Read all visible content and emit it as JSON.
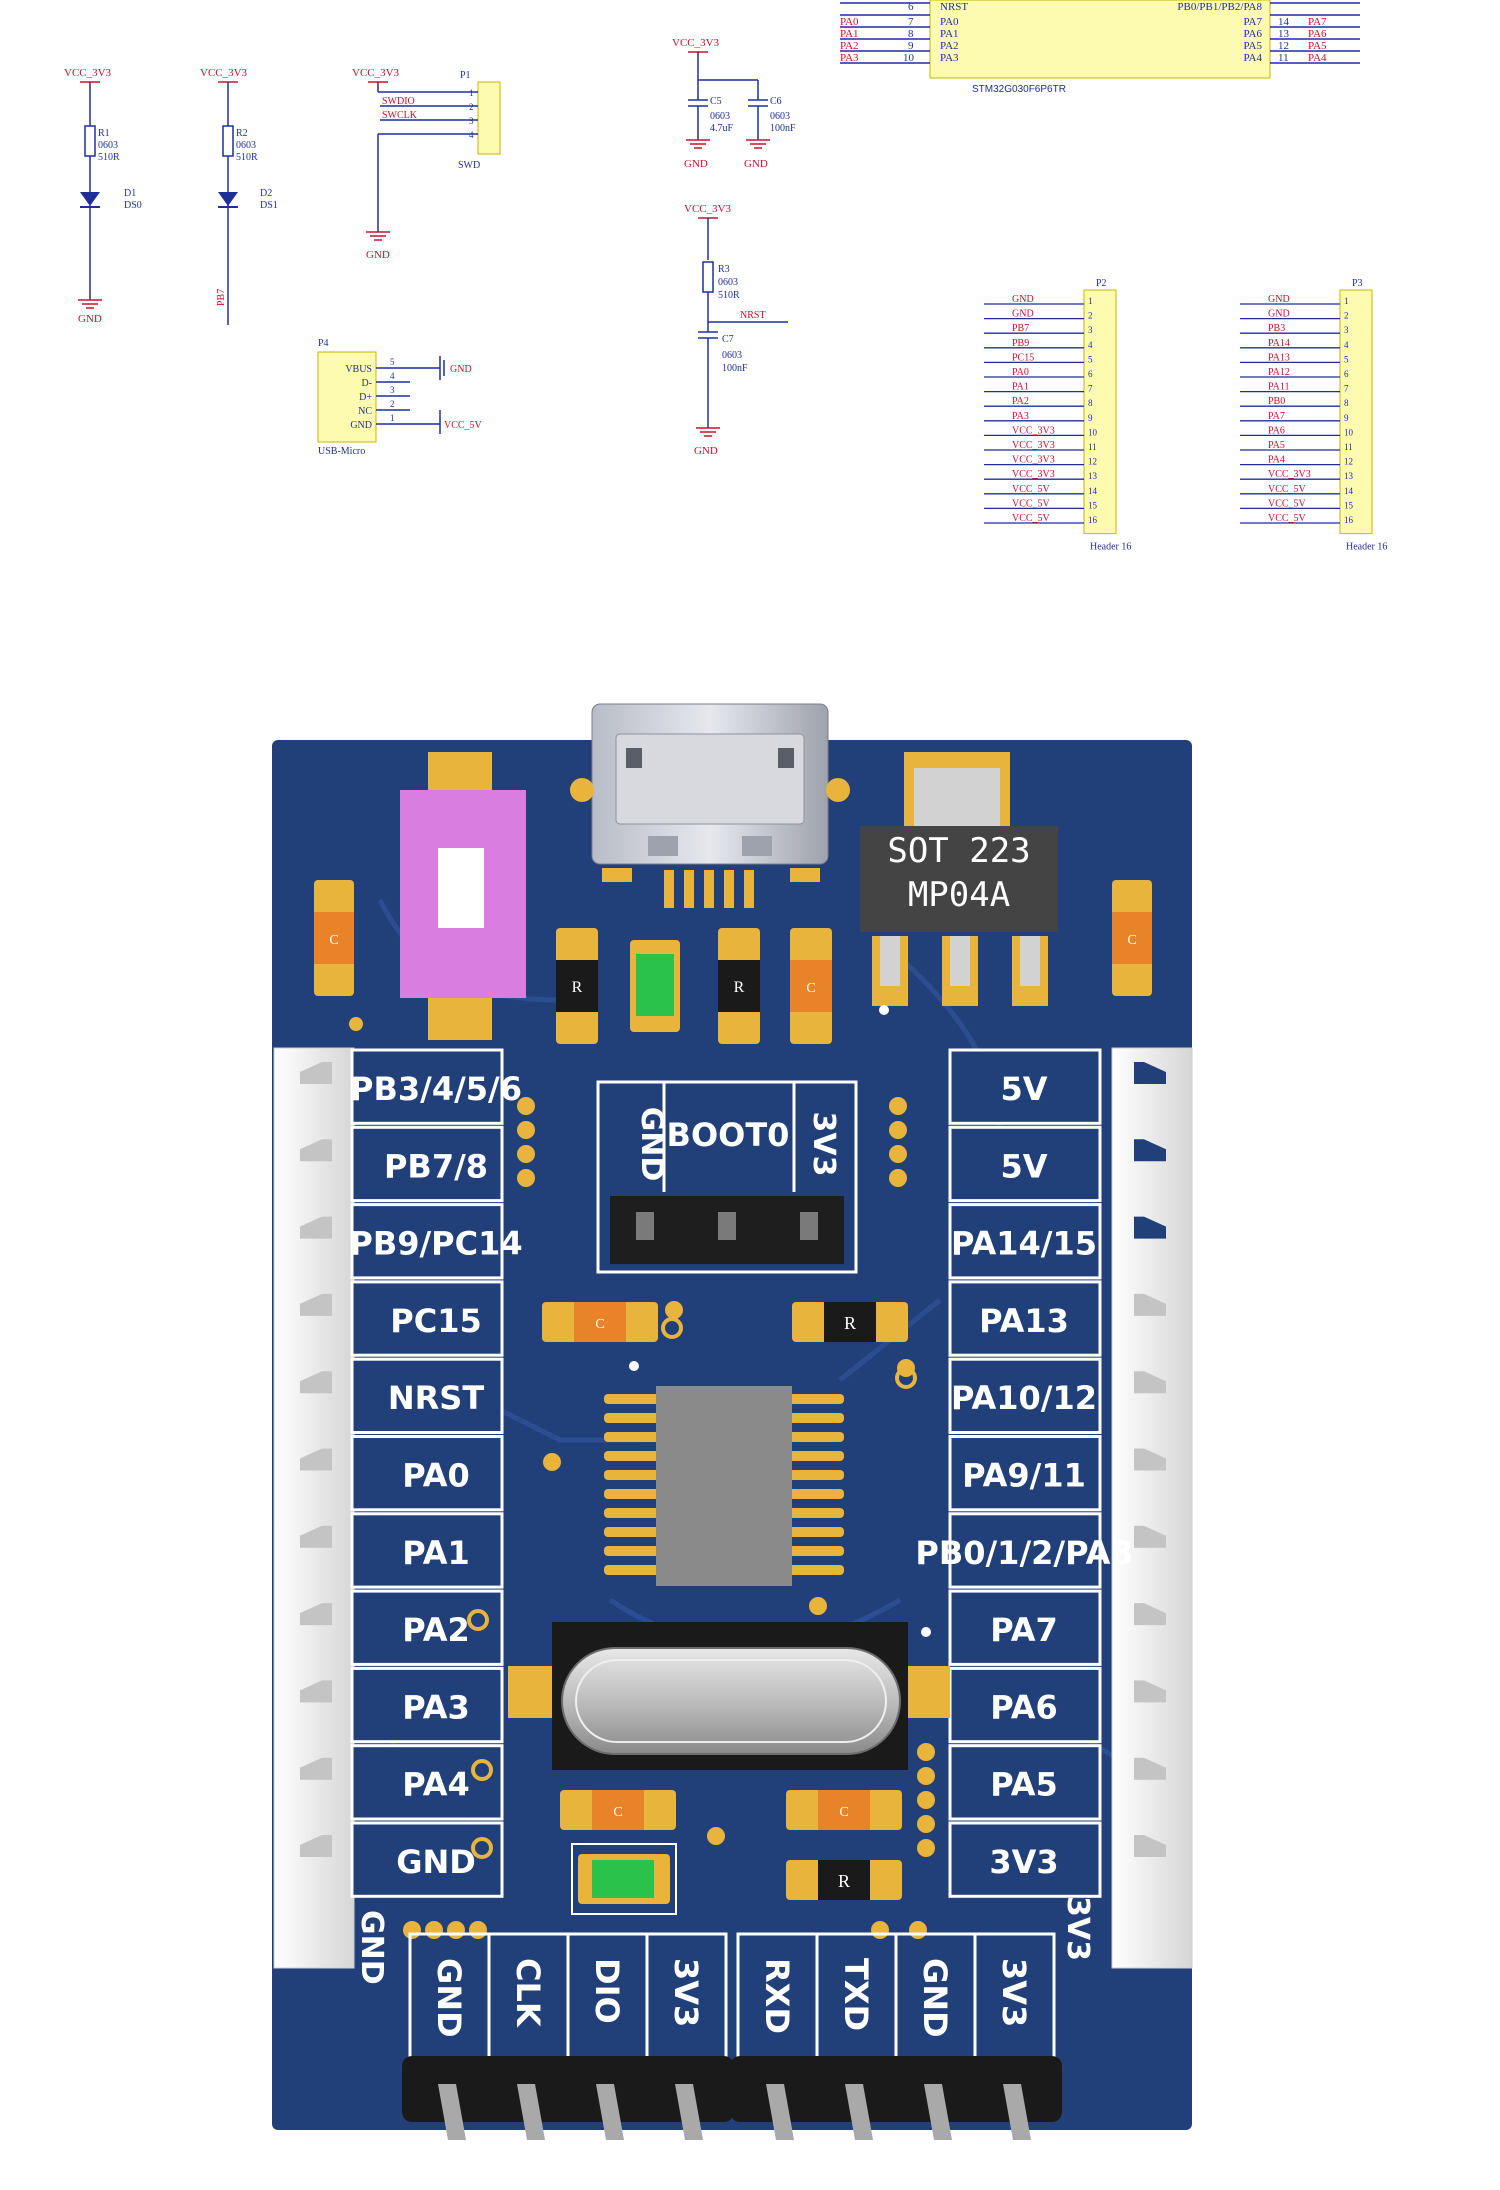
{
  "schematic": {
    "top_left_pins": {
      "nrst": "NRST",
      "pa0": "PA0",
      "pa1": "PA1",
      "pa2": "PA2",
      "pa3": "PA3"
    },
    "top_left_nums": [
      "6",
      "7",
      "8",
      "9",
      "10"
    ],
    "top_right_pins": [
      "PB0/PB1/PB2/PA8",
      "PA7",
      "PA6",
      "PA5",
      "PA4"
    ],
    "top_right_nums": [
      "14",
      "13",
      "12",
      "11"
    ],
    "top_right_nets": [
      "PA7",
      "PA6",
      "PA5",
      "PA4"
    ],
    "top_left_nets": [
      "PA0",
      "PA1",
      "PA2",
      "PA3"
    ],
    "mcu_part": "STM32G030F6P6TR",
    "gnd_label": "GND",
    "vcc": "VCC_3V3",
    "vcc5": "VCC_5V",
    "r1": {
      "ref": "R1",
      "pkg": "0603",
      "val": "510R"
    },
    "r2": {
      "ref": "R2",
      "pkg": "0603",
      "val": "510R"
    },
    "r3": {
      "ref": "R3",
      "pkg": "0603",
      "val": "510R"
    },
    "d1": {
      "ref": "D1",
      "val": "DS0"
    },
    "d2": {
      "ref": "D2",
      "val": "DS1"
    },
    "d2_net": "PB7",
    "p1": {
      "ref": "P1",
      "name": "SWD",
      "nets": [
        "SWDIO",
        "SWCLK"
      ],
      "pins": [
        "1",
        "2",
        "3",
        "4"
      ]
    },
    "c5": {
      "ref": "C5",
      "pkg": "0603",
      "val": "4.7uF"
    },
    "c6": {
      "ref": "C6",
      "pkg": "0603",
      "val": "100nF"
    },
    "c7": {
      "ref": "C7",
      "pkg": "0603",
      "val": "100nF"
    },
    "nrst_net": "NRST",
    "p4": {
      "ref": "P4",
      "name": "USB-Micro",
      "pins": [
        "VBUS",
        "D-",
        "D+",
        "NC",
        "GND"
      ],
      "nums": [
        "5",
        "4",
        "3",
        "2",
        "1"
      ]
    },
    "p2": {
      "ref": "P2",
      "name": "Header 16",
      "nets": [
        "GND",
        "GND",
        "PB7",
        "PB9",
        "PC15",
        "PA0",
        "PA1",
        "PA2",
        "PA3",
        "VCC_3V3",
        "VCC_3V3",
        "VCC_3V3",
        "VCC_3V3",
        "VCC_5V",
        "VCC_5V",
        "VCC_5V"
      ]
    },
    "p3": {
      "ref": "P3",
      "name": "Header 16",
      "nets": [
        "GND",
        "GND",
        "PB3",
        "PA14",
        "PA13",
        "PA12",
        "PA11",
        "PB0",
        "PA7",
        "PA6",
        "PA5",
        "PA4",
        "VCC_3V3",
        "VCC_5V",
        "VCC_5V",
        "VCC_5V"
      ]
    },
    "header_nums": [
      "1",
      "2",
      "3",
      "4",
      "5",
      "6",
      "7",
      "8",
      "9",
      "10",
      "11",
      "12",
      "13",
      "14",
      "15",
      "16"
    ]
  },
  "pcb": {
    "left_labels": [
      "PB3/4/5/6",
      "PB7/8",
      "PB9/PC14",
      "PC15",
      "NRST",
      "PA0",
      "PA1",
      "PA2",
      "PA3",
      "PA4",
      "GND"
    ],
    "right_labels": [
      "5V",
      "5V",
      "PA14/15",
      "PA13",
      "PA10/12",
      "PA9/11",
      "PB0/1/2/PA8",
      "PA7",
      "PA6",
      "PA5",
      "3V3"
    ],
    "boot_labels": [
      "GND",
      "BOOT0",
      "3V3"
    ],
    "bottom_left_labels": [
      "GND",
      "CLK",
      "DIO",
      "3V3"
    ],
    "bottom_right_labels": [
      "RXD",
      "TXD",
      "GND",
      "3V3"
    ],
    "side_left": "GND",
    "side_right": "3V3",
    "regulator": [
      "SOT 223",
      "MP04A"
    ],
    "resistor_mark": "R",
    "cap_mark": "C",
    "colors": {
      "board": "#20407a",
      "silk": "#ffffff",
      "gold": "#e8b43c",
      "header": "#eeeeee"
    }
  }
}
